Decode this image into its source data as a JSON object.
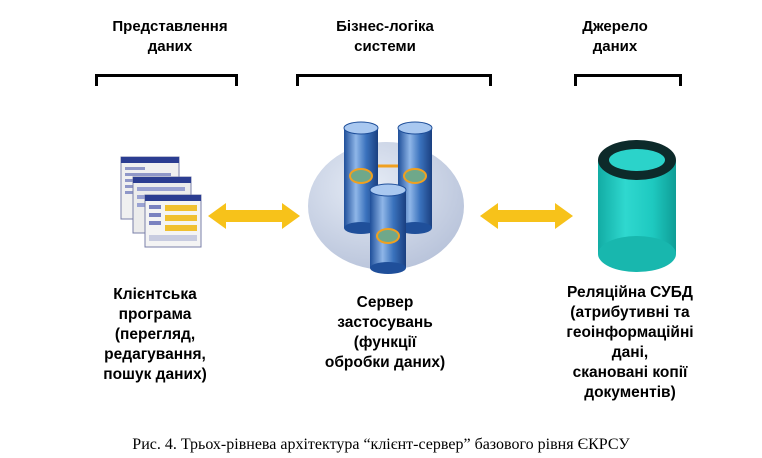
{
  "columns": [
    {
      "header": "Представлення\nданих",
      "label": "Клієнтська\nпрограма\n(перегляд,\nредагування,\nпошук даних)",
      "icon": "client-windows-icon"
    },
    {
      "header": "Бізнес-логіка\nсистеми",
      "label": "Сервер\nзастосувань\n(функції\nобробки даних)",
      "icon": "application-servers-icon"
    },
    {
      "header": "Джерело\nданих",
      "label": "Реляційна СУБД\n(атрибутивні та\nгеоінформаційні\nдані,\nскановані копії\nдокументів)",
      "icon": "database-cylinder-icon"
    }
  ],
  "arrows": [
    "left-right-arrow",
    "left-right-arrow"
  ],
  "caption": "Рис. 4.  Трьох-рівнева архітектура “клієнт-сервер” базового рівня ЄКРСУ",
  "colors": {
    "arrow": "#f7c21a",
    "database": "#1ec9c0",
    "server_disc": "#c9d3e6",
    "cylinder": "#3a72bd"
  }
}
